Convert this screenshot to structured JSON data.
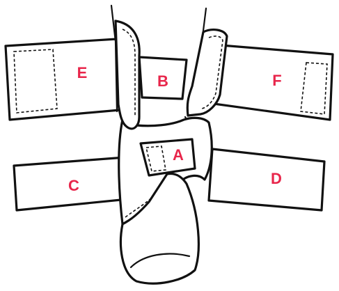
{
  "colors": {
    "label": "#e8264b",
    "stroke": "#111111",
    "background": "#ffffff"
  },
  "straps": {
    "a": {
      "label": "A"
    },
    "b": {
      "label": "B"
    },
    "c": {
      "label": "C"
    },
    "d": {
      "label": "D"
    },
    "e": {
      "label": "E"
    },
    "f": {
      "label": "F"
    }
  }
}
